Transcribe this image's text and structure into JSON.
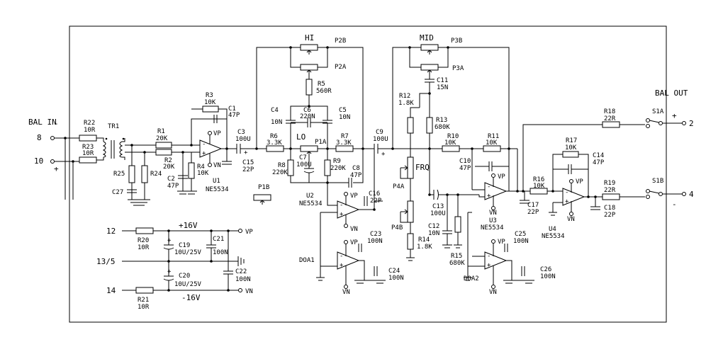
{
  "io": {
    "bal_in": "BAL IN",
    "bal_out": "BAL OUT",
    "pin_8": "8",
    "pin_10": "10",
    "pin_12": "12",
    "pin_13_5": "13/5",
    "pin_14": "14",
    "pin_2": "2",
    "pin_4": "4",
    "minus": "-",
    "plus": "+",
    "vp": "VP",
    "vn": "VN",
    "p16": "+16V",
    "m16": "-16V"
  },
  "controls": {
    "hi": "HI",
    "lo": "LO",
    "mid": "MID",
    "frq": "FRQ"
  },
  "labels": {
    "R22": "R22",
    "R22v": "10R",
    "R23": "R23",
    "R23v": "10R",
    "TR1": "TR1",
    "R25": "R25",
    "R24": "R24",
    "C27": "C27",
    "R1": "R1",
    "R1v": "20K",
    "R2": "R2",
    "R2v": "20K",
    "C2": "C2",
    "C2v": "47P",
    "R3": "R3",
    "R3v": "10K",
    "C1": "C1",
    "C1v": "47P",
    "R4": "R4",
    "R4v": "10K",
    "U1": "U1",
    "U1v": "NE5534",
    "C3": "C3",
    "C3v": "100U",
    "C15": "C15",
    "C15v": "22P",
    "P1B": "P1B",
    "R6": "R6",
    "R6v": "3.3K",
    "P1A": "P1A",
    "R7": "R7",
    "R7v": "3.3K",
    "C4": "C4",
    "C4v": "10N",
    "C6": "C6",
    "C6v": "220N",
    "C5": "C5",
    "C5v": "10N",
    "R5": "R5",
    "R5v": "560R",
    "P2A": "P2A",
    "P2B": "P2B",
    "R8": "R8",
    "R8v": "220K",
    "C7": "C7",
    "C7v": "100U",
    "R9": "R9",
    "R9v": "220K",
    "C8": "C8",
    "C8v": "47P",
    "U2": "U2",
    "U2v": "NE5534",
    "C16": "C16",
    "C16v": "22P",
    "C23": "C23",
    "C23v": "100N",
    "C24": "C24",
    "C24v": "100N",
    "DOA1": "DOA1",
    "C9": "C9",
    "C9v": "100U",
    "P3A": "P3A",
    "P3B": "P3B",
    "C11": "C11",
    "C11v": "15N",
    "R12": "R12",
    "R12v": "1.8K",
    "R13": "R13",
    "R13v": "680K",
    "P4A": "P4A",
    "P4B": "P4B",
    "R10": "R10",
    "R10v": "10K",
    "R11": "R11",
    "R11v": "10K",
    "C10": "C10",
    "C10v": "47P",
    "C13": "C13",
    "C13v": "100U",
    "C12": "C12",
    "C12v": "10N",
    "R14": "R14",
    "R14v": "1.8K",
    "R15": "R15",
    "R15v": "680K",
    "U3": "U3",
    "U3v": "NE5534",
    "C17": "C17",
    "C17v": "22P",
    "C25": "C25",
    "C25v": "100N",
    "C26": "C26",
    "C26v": "100N",
    "DOA2": "DOA2",
    "R16": "R16",
    "R16v": "10K",
    "R17": "R17",
    "R17v": "10K",
    "C14": "C14",
    "C14v": "47P",
    "U4": "U4",
    "U4v": "NE5534",
    "R18": "R18",
    "R18v": "22R",
    "R19": "R19",
    "R19v": "22R",
    "C18": "C18",
    "C18v": "22P",
    "S1A": "S1A",
    "S1B": "S1B",
    "R20": "R20",
    "R20v": "10R",
    "R21": "R21",
    "R21v": "10R",
    "C19": "C19",
    "C19v": "10U/25V",
    "C20": "C20",
    "C20v": "10U/25V",
    "C21": "C21",
    "C21v": "100N",
    "C22": "C22",
    "C22v": "100N"
  }
}
